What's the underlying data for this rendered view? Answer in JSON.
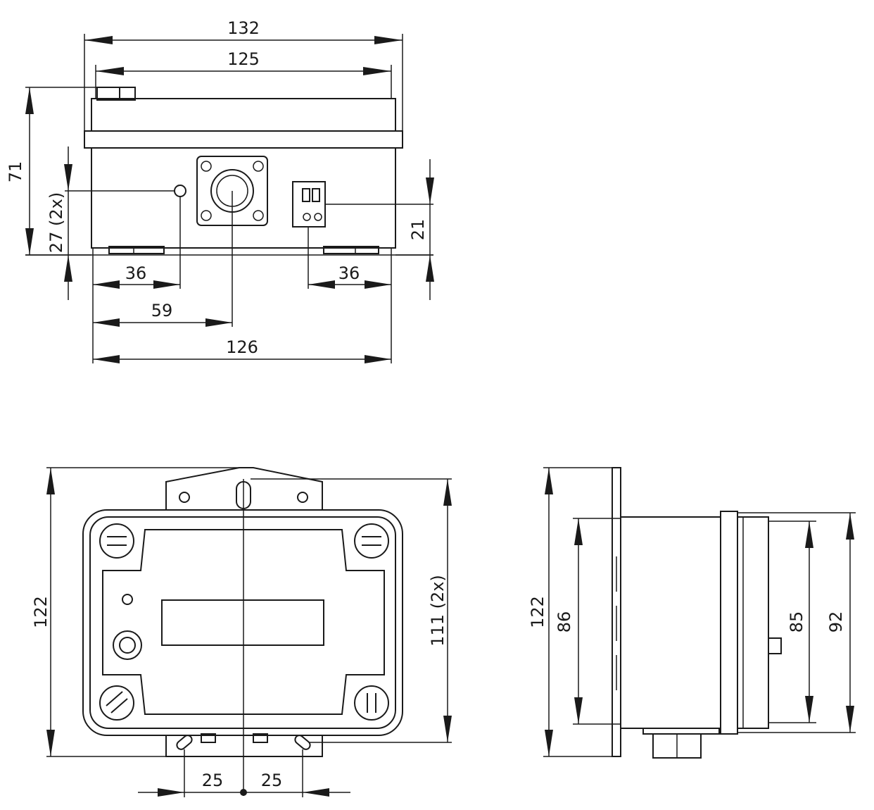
{
  "dimensions": {
    "top_width_outer": "132",
    "top_width_inner": "125",
    "top_height": "71",
    "top_offset_left": "27 (2x)",
    "top_offset_right": "21",
    "top_dist_left": "36",
    "top_dist_right": "36",
    "top_dist_center": "59",
    "top_width_base": "126",
    "front_height": "122",
    "front_height_inner": "111 (2x)",
    "front_spacing_left": "25",
    "front_spacing_right": "25",
    "side_height": "122",
    "side_depth_a": "86",
    "side_depth_b": "85",
    "side_depth_c": "92"
  }
}
